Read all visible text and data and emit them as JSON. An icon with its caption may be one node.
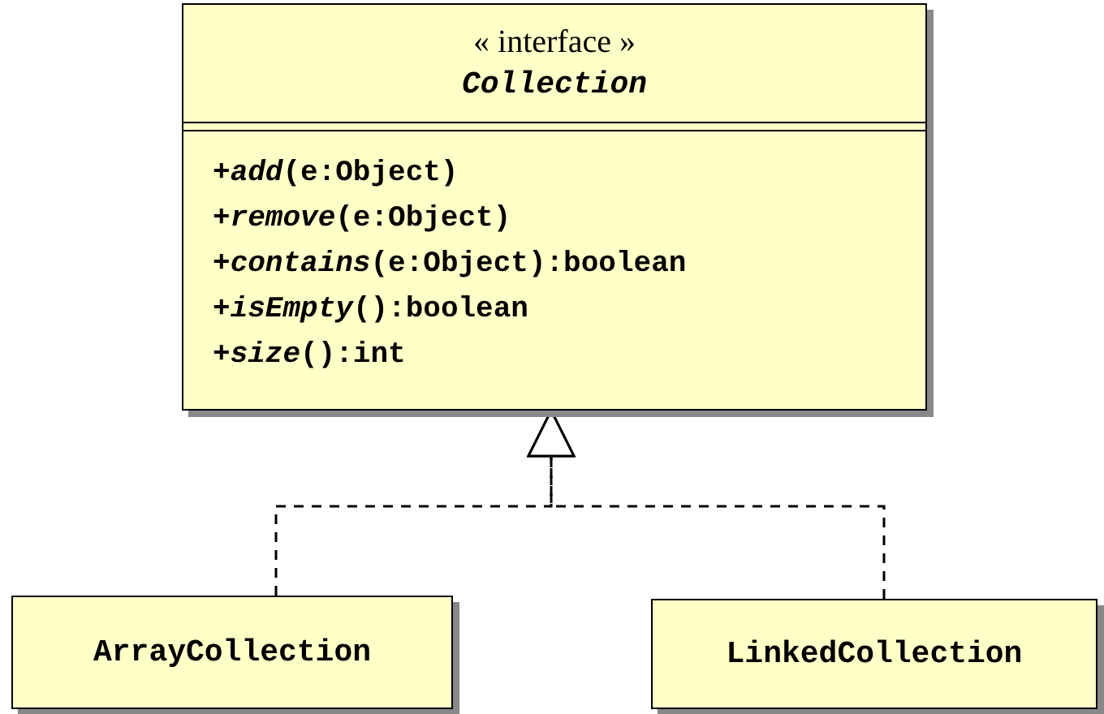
{
  "diagram": {
    "nodes": [
      {
        "text": [
          "« interface »",
          "Collection",
          "+*add*(e:Object)",
          "+*remove*(e:Object)",
          "+*contains*(e:Object):boolean",
          "+*isEmpty*():boolean",
          "+*size*():int"
        ]
      },
      {
        "text": [
          "ArrayCollection"
        ]
      },
      {
        "text": [
          "LinkedCollection"
        ]
      }
    ],
    "edges": [
      {
        "from": 1,
        "to": 0,
        "arrow": "to",
        "style": "dashed"
      },
      {
        "from": 2,
        "to": 0,
        "arrow": "to",
        "style": "dashed"
      }
    ]
  }
}
